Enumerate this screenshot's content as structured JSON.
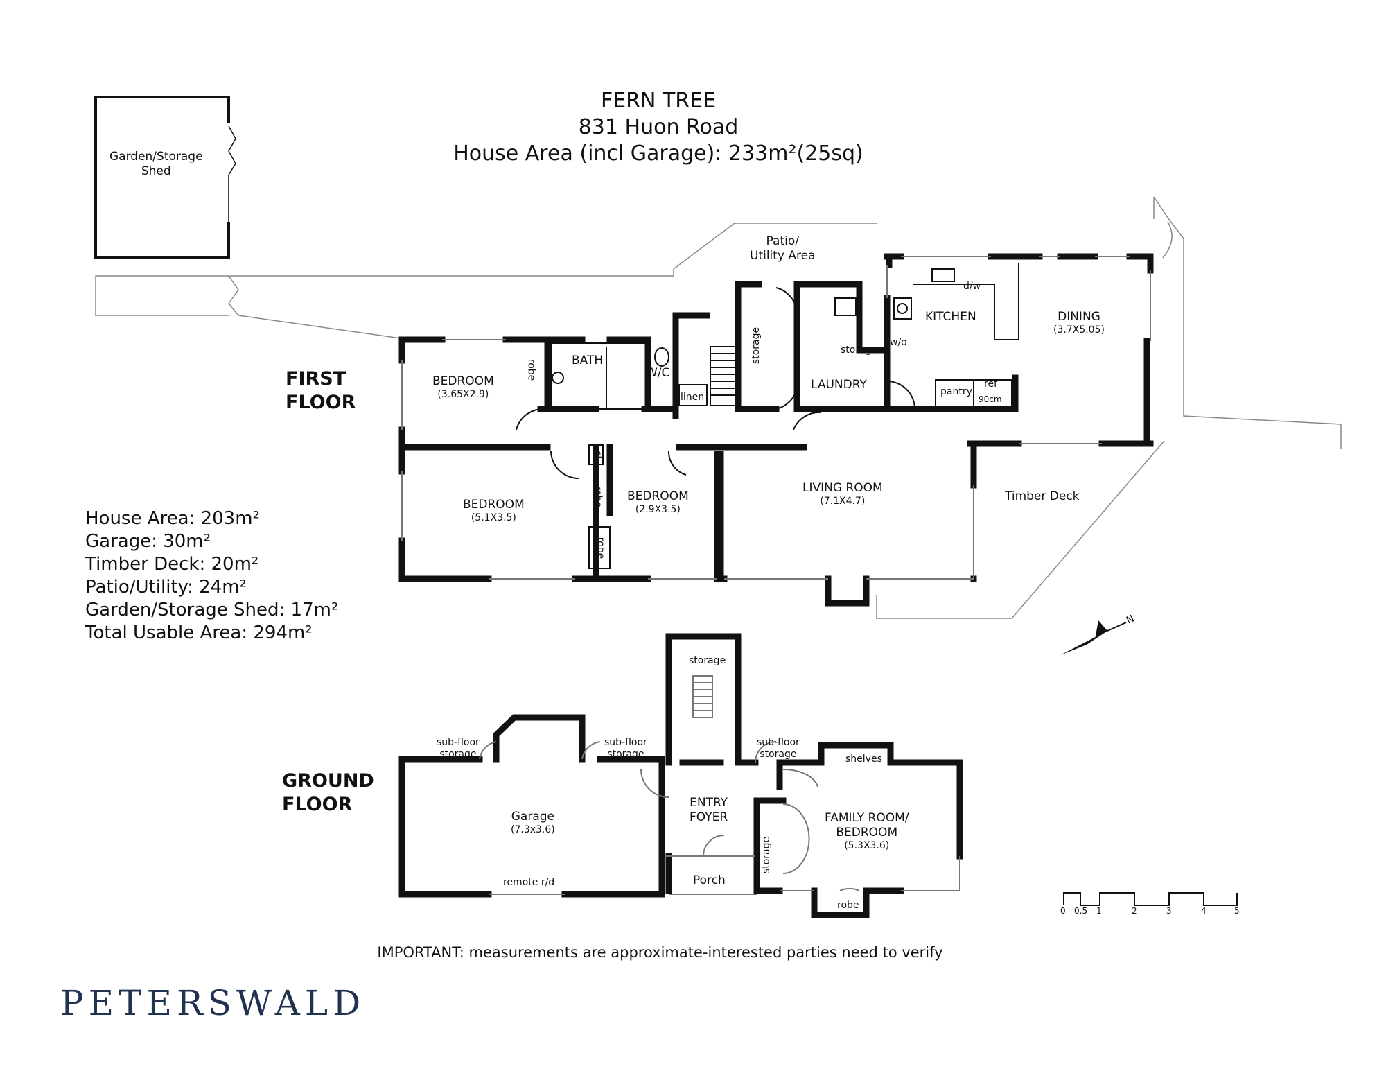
{
  "header": {
    "locality": "FERN TREE",
    "address": "831 Huon Road",
    "house_area": "House Area (incl Garage): 233m²(25sq)"
  },
  "floors": {
    "first_line1": "FIRST",
    "first_line2": "FLOOR",
    "ground_line1": "GROUND",
    "ground_line2": "FLOOR"
  },
  "areas": [
    "House Area: 203m²",
    "Garage: 30m²",
    "Timber Deck: 20m²",
    "Patio/Utility: 24m²",
    "Garden/Storage Shed: 17m²",
    "Total Usable Area: 294m²"
  ],
  "rooms": {
    "shed": {
      "line1": "Garden/Storage",
      "line2": "Shed"
    },
    "patio": {
      "line1": "Patio/",
      "line2": "Utility Area"
    },
    "kitchen": {
      "name": "KITCHEN"
    },
    "dining": {
      "name": "DINING",
      "size": "(3.7X5.05)"
    },
    "laundry": {
      "name": "LAUNDRY"
    },
    "bath": {
      "name": "BATH"
    },
    "wc": {
      "name": "W/C"
    },
    "bed1": {
      "name": "BEDROOM",
      "size": "(3.65X2.9)"
    },
    "bed2": {
      "name": "BEDROOM",
      "size": "(5.1X3.5)"
    },
    "bed3": {
      "name": "BEDROOM",
      "size": "(2.9X3.5)"
    },
    "living": {
      "name": "LIVING ROOM",
      "size": "(7.1X4.7)"
    },
    "deck": {
      "name": "Timber Deck"
    },
    "garage": {
      "name": "Garage",
      "size": "(7.3x3.6)"
    },
    "entry": {
      "line1": "ENTRY",
      "line2": "FOYER"
    },
    "porch": {
      "name": "Porch"
    },
    "family": {
      "line1": "FAMILY ROOM/",
      "line2": "BEDROOM",
      "size": "(5.3X3.6)"
    }
  },
  "fixtures": {
    "dw": "d/w",
    "wo": "w/o",
    "pantry": "pantry",
    "ref": "ref",
    "ref_width": "90cm",
    "storage": "storage",
    "linen": "linen",
    "robe": "robe",
    "cl": "cl",
    "subfloor1": "sub-floor",
    "subfloor2": "storage",
    "shelves": "shelves",
    "remote": "remote r/d"
  },
  "compass": {
    "north": "N"
  },
  "scale_bar": {
    "ticks": [
      "0",
      "0.5",
      "1",
      "2",
      "3",
      "4",
      "5"
    ]
  },
  "notice": "IMPORTANT: measurements are approximate-interested parties need to verify",
  "brand": "PETERSWALD",
  "colors": {
    "walls": "#111111",
    "brand": "#1f3350",
    "windows": "#999999"
  }
}
